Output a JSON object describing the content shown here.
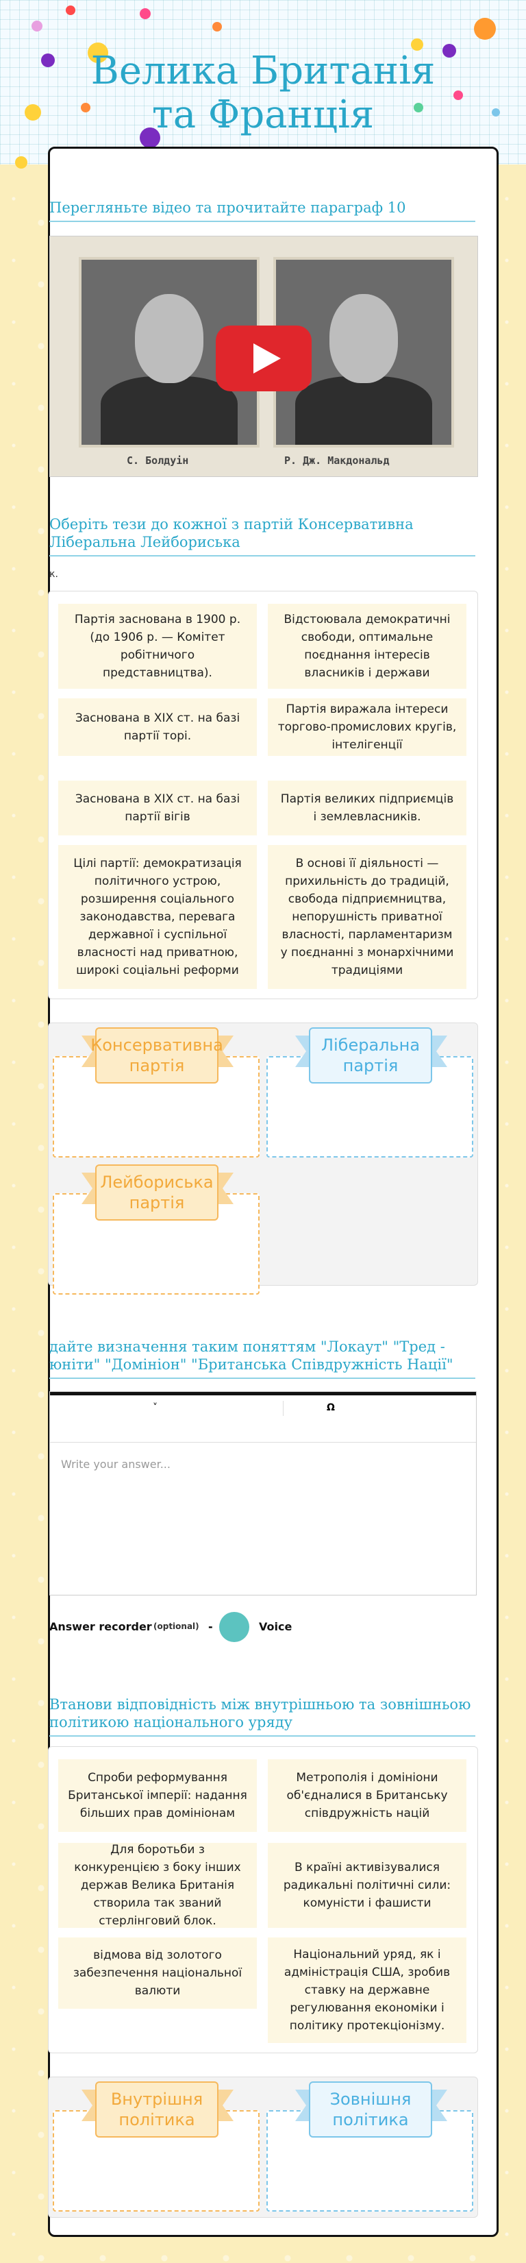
{
  "page": {
    "title": "Велика Британія та Франція",
    "title_line1": "Велика Британія",
    "title_line2": "та Франція"
  },
  "video_section": {
    "title": "Перегляньте відео та прочитайте параграф 10",
    "caption_left": "С. Болдуін",
    "caption_right": "Р. Дж. Макдональд"
  },
  "sort_section": {
    "title": "Оберіть тези до кожної з партій Консервативна Ліберальна Лейбориська",
    "note": "к.",
    "items": [
      "Партія заснована в 1900 р. (до 1906 р. — Комітет робітничого представництва).",
      "Відстоювала демократичні свободи, оптимальне поєднання інтересів власників і держави",
      "Заснована в ХІХ ст. на базі партії торі.",
      "Партія виражала інтереси торгово-промислових кругів, інтелігенції",
      "Заснована в ХІХ ст. на базі партії вігів",
      "Партія великих підприємців і землевласників.",
      "Цілі партії: демократизація політичного устрою, розширення соціального законодавства, перевага державної і суспільної власності над приватною, широкі соціальні реформи",
      "В основі її діяльності — прихильність до традицій, свобода підприємництва, непорушність приватної власності, парламентаризм у поєднанні з монархічними традиціями"
    ],
    "categories": [
      "Консервативна партія",
      "Ліберальна партія",
      "Лейбориська партія"
    ]
  },
  "definition_section": {
    "title": "дайте визначення таким поняттям \"Локаут\" \"Тред - юніти\" \"Домініон\" \"Британська Співдружність Нації\"",
    "placeholder": "Write your answer...",
    "toolbar_left": "˅",
    "toolbar_right": "Ω",
    "recorder_label": "Answer recorder",
    "recorder_optional": "(optional)",
    "recorder_dash": "-",
    "voice_label": "Voice"
  },
  "match_section": {
    "title": "Втанови відповідність між внутрішньою та зовнішньою політикою національного уряду",
    "items": [
      "Спроби реформування Британської імперії: надання більших прав домініонам",
      "Метрополія і домініони об'єдналися в Британську співдружність націй",
      "Для боротьби з конкуренцією з боку інших держав Велика Британія створила так званий стерлінговий блок.",
      "В країні активізувалися радикальні політичні сили: комуністи і фашисти",
      "відмова від золотого забезпечення національної валюти",
      "Національний уряд, як і адміністрація США, зробив ставку на державне регулювання економіки і політику протекціонізму."
    ],
    "categories": [
      "Внутрішня політика",
      "Зовнішня політика"
    ]
  },
  "colors": {
    "accent": "#2aa7c9",
    "orange": "#f6b85c",
    "blue": "#7cc6ea",
    "item_bg": "#fdf7e2"
  }
}
